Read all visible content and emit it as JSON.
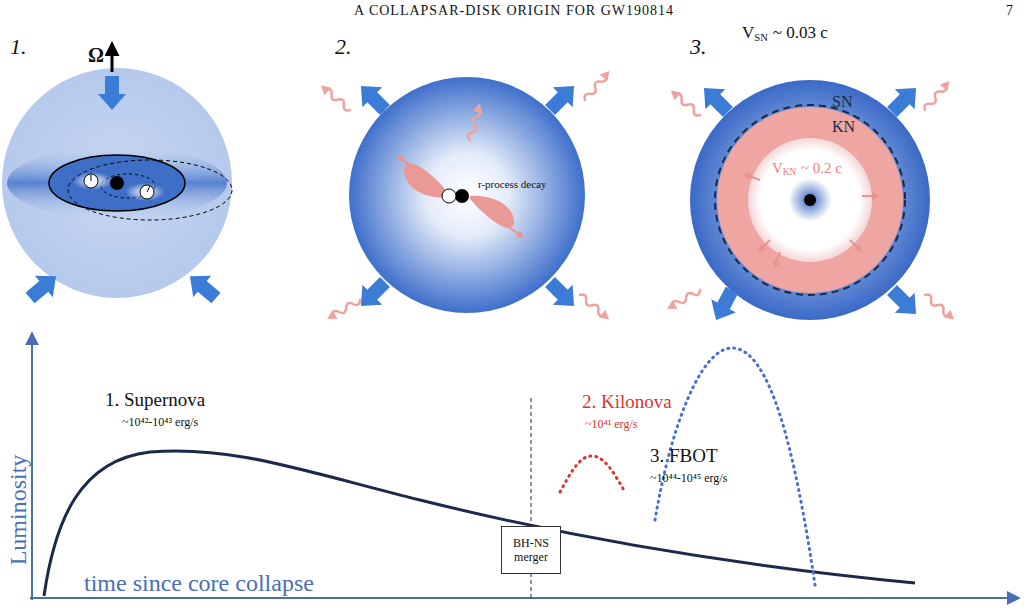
{
  "diagram": {
    "nodes": [
      {
        "text": [
          "BH-NS merger"
        ]
      }
    ],
    "labels": [
      "A COLLAPSAR-DISK ORIGIN FOR GW190814",
      "7",
      "1.",
      "Ω",
      "2.",
      "r-process decay",
      "3.",
      "V",
      "SN",
      "~ 0.03 c",
      "SN",
      "KN",
      "V",
      "KN",
      "~ 0.2 c",
      "Luminosity",
      "time since core collapse",
      "1. Supernova",
      "~10⁴²-10⁴³ erg/s",
      "2. Kilonova",
      "~10⁴¹ erg/s",
      "3. FBOT",
      "~10⁴⁴-10⁴⁵ erg/s"
    ]
  }
}
